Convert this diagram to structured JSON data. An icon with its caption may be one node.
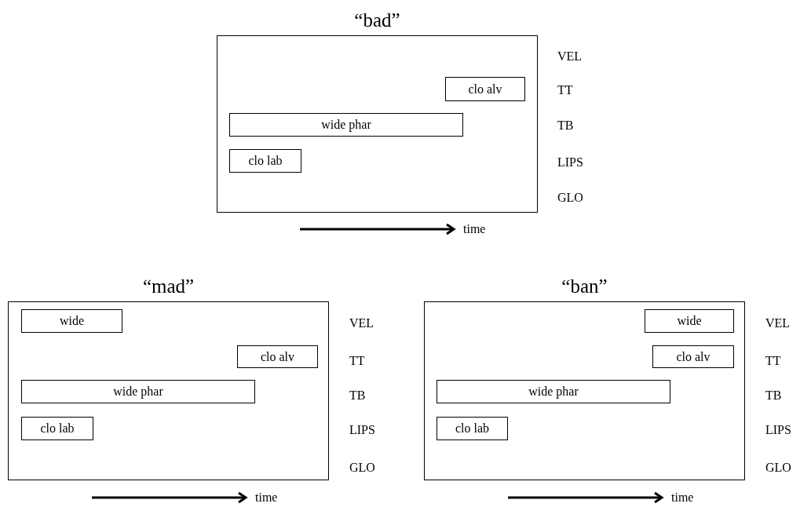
{
  "diagram": {
    "nodes": [
      {
        "text": [
          "“bad”"
        ]
      },
      {
        "text": [
          "clo alv"
        ],
        "in": 0
      },
      {
        "text": [
          "wide phar"
        ],
        "in": 0
      },
      {
        "text": [
          "clo lab"
        ],
        "in": 0
      },
      {
        "text": [
          "“mad”"
        ]
      },
      {
        "text": [
          "wide"
        ],
        "in": 4
      },
      {
        "text": [
          "clo alv"
        ],
        "in": 4
      },
      {
        "text": [
          "wide phar"
        ],
        "in": 4
      },
      {
        "text": [
          "clo lab"
        ],
        "in": 4
      },
      {
        "text": [
          "“ban”"
        ]
      },
      {
        "text": [
          "wide"
        ],
        "in": 9
      },
      {
        "text": [
          "clo alv"
        ],
        "in": 9
      },
      {
        "text": [
          "wide phar"
        ],
        "in": 9
      },
      {
        "text": [
          "clo lab"
        ],
        "in": 9
      }
    ],
    "edges": [],
    "labels": [
      "VEL",
      "TT",
      "TB",
      "LIPS",
      "GLO",
      "time",
      "VEL",
      "TT",
      "TB",
      "LIPS",
      "GLO",
      "VEL",
      "TT",
      "TB",
      "LIPS",
      "GLO",
      "time",
      "time"
    ]
  }
}
